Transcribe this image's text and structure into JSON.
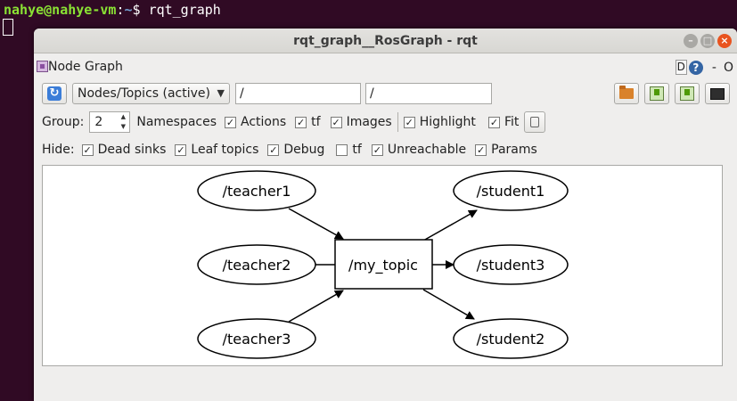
{
  "terminal": {
    "user_host": "nahye@nahye-vm",
    "separator": ":",
    "path": "~",
    "prompt": "$ ",
    "command": "rqt_graph"
  },
  "window": {
    "title": "rqt_graph__RosGraph - rqt",
    "buttons": {
      "minimize": "–",
      "maximize": "□",
      "close": "×"
    }
  },
  "plugin": {
    "title": "Node Graph",
    "d_label": "D",
    "help_label": "?",
    "dash": "-",
    "o_label": "O"
  },
  "toolbar": {
    "view_mode": "Nodes/Topics (active)",
    "node_filter": "/",
    "topic_filter": "/"
  },
  "group": {
    "label": "Group:",
    "value": "2",
    "options": [
      {
        "label": "Namespaces",
        "checked": false,
        "has_box": false
      },
      {
        "label": "Actions",
        "checked": true,
        "has_box": true
      },
      {
        "label": "tf",
        "checked": true,
        "has_box": true
      },
      {
        "label": "Images",
        "checked": true,
        "has_box": true
      }
    ],
    "highlight": {
      "label": "Highlight",
      "checked": true
    },
    "fit": {
      "label": "Fit",
      "checked": true
    }
  },
  "hide": {
    "label": "Hide:",
    "options": [
      {
        "label": "Dead sinks",
        "checked": true
      },
      {
        "label": "Leaf topics",
        "checked": true
      },
      {
        "label": "Debug",
        "checked": true
      },
      {
        "label": "tf",
        "checked": false
      },
      {
        "label": "Unreachable",
        "checked": true
      },
      {
        "label": "Params",
        "checked": true
      }
    ]
  },
  "graph": {
    "publishers": [
      "/teacher1",
      "/teacher2",
      "/teacher3"
    ],
    "topic": "/my_topic",
    "subscribers": [
      "/student1",
      "/student3",
      "/student2"
    ]
  },
  "colors": {
    "terminal_bg": "#300a24",
    "user": "#8ae234",
    "path": "#729fcf",
    "close_button": "#e9541f"
  }
}
